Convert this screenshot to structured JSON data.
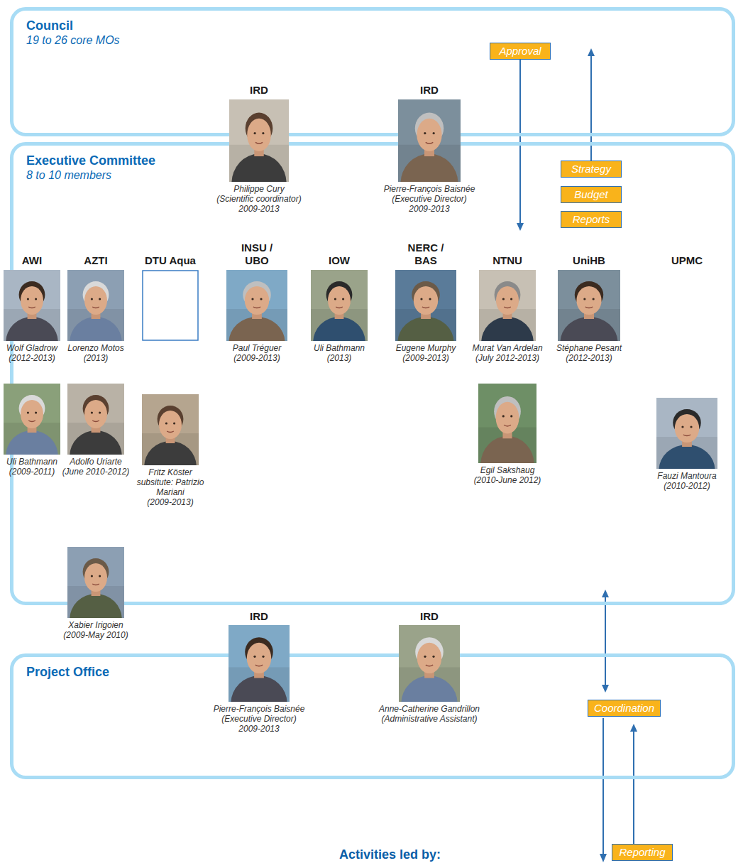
{
  "diagram": {
    "nodes": [
      {
        "text": [
          "Council",
          "19 to 26 core MOs"
        ]
      },
      {
        "text": [
          "Approval"
        ],
        "in": 0
      },
      {
        "text": [
          "Executive Committee",
          "8 to 10 members"
        ]
      },
      {
        "text": [
          "Philippe Cury",
          "(Scientific coordinator)",
          "2009-2013"
        ],
        "in": 2
      },
      {
        "text": [
          "Pierre-François Baisnée",
          "(Executive Director)",
          "2009-2013"
        ],
        "in": 2
      },
      {
        "text": [
          "Strategy"
        ],
        "in": 2
      },
      {
        "text": [
          "Budget"
        ],
        "in": 2
      },
      {
        "text": [
          "Reports"
        ],
        "in": 2
      },
      {
        "text": [
          "Wolf Gladrow",
          "(2012-2013)"
        ],
        "in": 2
      },
      {
        "text": [
          "Lorenzo Motos",
          "(2013)"
        ],
        "in": 2
      },
      {
        "text": [
          "Fritz Köster",
          "subsitute: Patrizio Mariani",
          "(2009-2013)"
        ],
        "in": 2
      },
      {
        "text": [
          "Paul Tréguer",
          "(2009-2013)"
        ],
        "in": 2
      },
      {
        "text": [
          "Uli Bathmann",
          "(2013)"
        ],
        "in": 2
      },
      {
        "text": [
          "Eugene Murphy",
          "(2009-2013)"
        ],
        "in": 2
      },
      {
        "text": [
          "Murat Van Ardelan",
          "(July 2012-2013)"
        ],
        "in": 2
      },
      {
        "text": [
          "Stéphane Pesant",
          "(2012-2013)"
        ],
        "in": 2
      },
      {
        "text": [
          "Uli Bathmann",
          "(2009-2011)"
        ],
        "in": 2
      },
      {
        "text": [
          "Adolfo Uriarte",
          "(June 2010-2012)"
        ],
        "in": 2
      },
      {
        "text": [
          "Egil Sakshaug",
          "(2010-June 2012)"
        ],
        "in": 2
      },
      {
        "text": [
          "Fauzi Mantoura",
          "(2010-2012)"
        ],
        "in": 2
      },
      {
        "text": [
          "Xabier Irigoien",
          "(2009-May 2010)"
        ],
        "in": 2
      },
      {
        "text": [
          "Project Office"
        ]
      },
      {
        "text": [
          "Pierre-François Baisnée",
          "(Executive Director)",
          "2009-2013"
        ],
        "in": 21
      },
      {
        "text": [
          "Anne-Catherine Gandrillon",
          "(Administrative Assistant)"
        ],
        "in": 21
      },
      {
        "text": [
          "Coordination"
        ],
        "in": 21
      },
      {
        "text": [
          "Reporting"
        ]
      }
    ],
    "edges": [
      {
        "from": 1,
        "to": 2,
        "arrow": "to"
      },
      {
        "from": 5,
        "to": 0,
        "arrow": "to"
      },
      {
        "from": 2,
        "to": 21,
        "arrow": "both"
      },
      {
        "from": 25,
        "to": 21,
        "arrow": "to"
      }
    ],
    "labels": [
      "IRD",
      "IRD",
      "AWI",
      "AZTI",
      "DTU Aqua",
      "INSU / UBO",
      "IOW",
      "NERC / BAS",
      "NTNU",
      "UniHB",
      "UPMC",
      "IRD",
      "IRD",
      "Activities led by:"
    ]
  }
}
